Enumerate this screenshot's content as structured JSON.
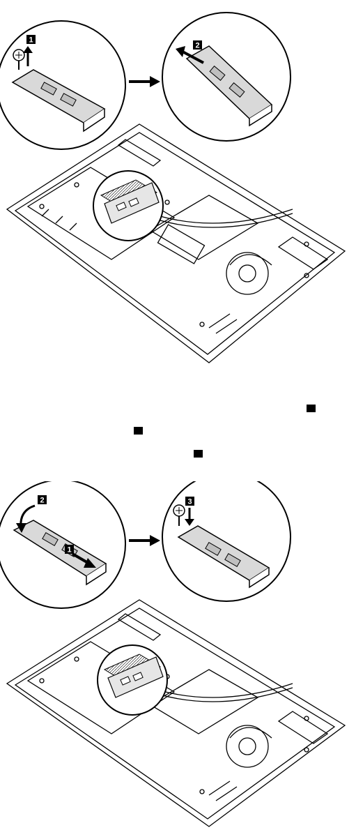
{
  "figure_removal": {
    "step_labels": [
      "1",
      "2"
    ]
  },
  "figure_installation": {
    "step_labels": [
      "1",
      "2",
      "3"
    ]
  },
  "colors": {
    "line": "#000000",
    "panel": "#ffffff",
    "label_bg": "#000000",
    "label_text": "#ffffff",
    "module_fill": "#d9d9d9"
  }
}
